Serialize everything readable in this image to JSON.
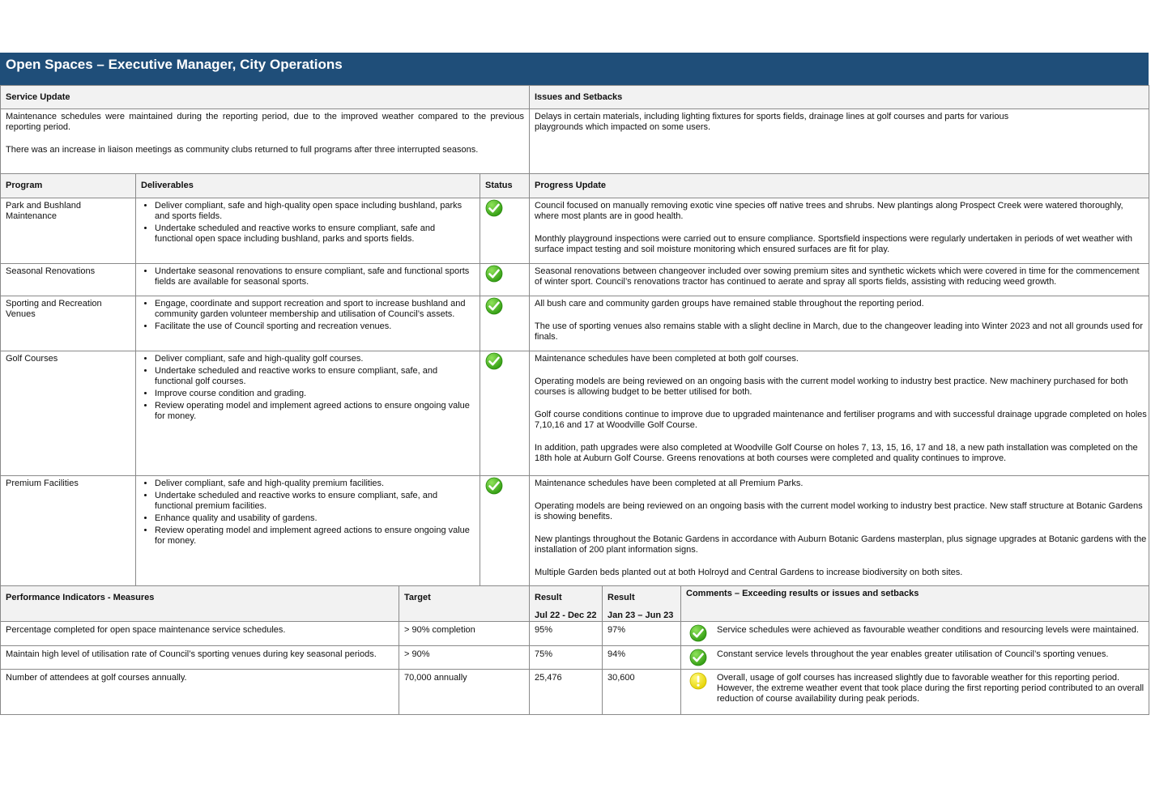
{
  "title": "Open Spaces – Executive Manager, City Operations",
  "summary": {
    "service_update_heading": "Service Update",
    "issues_heading": "Issues and Setbacks",
    "service_update_p1": "Maintenance schedules were maintained during the reporting period, due to the improved weather compared to the previous reporting period.",
    "service_update_p2": "There was an increase in liaison meetings as community clubs returned to full programs after three interrupted seasons.",
    "issues_text": "Delays in certain materials, including lighting fixtures for sports fields, drainage lines at golf courses and parts for various playgrounds which impacted on some users."
  },
  "programs": {
    "headers": {
      "program": "Program",
      "deliverables": "Deliverables",
      "status": "Status",
      "progress": "Progress Update"
    },
    "rows": [
      {
        "name": "Park and Bushland Maintenance",
        "deliverables": [
          "Deliver compliant, safe and high-quality open space including bushland, parks and sports fields.",
          "Undertake scheduled and reactive works to ensure compliant, safe and functional open space including bushland, parks and sports fields."
        ],
        "status": "on-track",
        "progress": [
          "Council focused on manually removing exotic vine species off native trees and shrubs. New plantings along Prospect Creek were watered thoroughly, where most plants are in good health.",
          "Monthly playground inspections were carried out to ensure compliance. Sportsfield inspections were regularly undertaken in periods of wet weather with surface impact testing and soil moisture monitoring which ensured surfaces are fit for play."
        ]
      },
      {
        "name": "Seasonal Renovations",
        "deliverables": [
          "Undertake seasonal renovations to ensure compliant, safe and functional sports fields are available for seasonal sports."
        ],
        "status": "on-track",
        "progress": [
          "Seasonal renovations between changeover included over sowing premium sites and synthetic wickets which were covered in time for the commencement of winter sport. Council’s renovations tractor has continued to aerate and spray all sports fields, assisting with reducing weed growth."
        ]
      },
      {
        "name": "Sporting and Recreation Venues",
        "deliverables": [
          "Engage, coordinate and support recreation and sport to increase bushland and community garden volunteer membership and utilisation of Council’s assets.",
          "Facilitate the use of Council sporting and recreation venues."
        ],
        "status": "on-track",
        "progress": [
          "All bush care and community garden groups have remained stable throughout the reporting period.",
          "The use of sporting venues also remains stable with a slight decline in March, due to the changeover leading into Winter 2023 and not all grounds used for finals."
        ]
      },
      {
        "name": "Golf Courses",
        "deliverables": [
          "Deliver compliant, safe and high-quality golf courses.",
          "Undertake scheduled and reactive works to ensure compliant, safe, and functional golf courses.",
          "Improve course condition and grading.",
          "Review operating model and implement agreed actions to ensure ongoing value for money."
        ],
        "status": "on-track",
        "progress": [
          "Maintenance schedules have been completed at both golf courses.",
          "Operating models are being reviewed on an ongoing basis with the current model working to industry best practice. New machinery purchased for both courses is allowing budget to be better utilised for both.",
          "Golf course conditions continue to improve due to upgraded maintenance and fertiliser programs and with successful drainage upgrade completed on holes 7,10,16 and 17 at Woodville Golf Course.",
          "In addition, path upgrades were also completed at Woodville Golf Course on holes 7, 13, 15, 16, 17 and 18, a new path installation was completed on the 18th hole at Auburn Golf Course. Greens renovations at both courses were completed and quality continues to improve."
        ]
      },
      {
        "name": "Premium Facilities",
        "deliverables": [
          "Deliver compliant, safe and high-quality premium facilities.",
          "Undertake scheduled and reactive works to ensure compliant, safe, and functional premium facilities.",
          "Enhance quality and usability of gardens.",
          "Review operating model and implement agreed actions to ensure ongoing value for money."
        ],
        "status": "on-track",
        "progress": [
          "Maintenance schedules have been completed at all Premium Parks.",
          "Operating models are being reviewed on an ongoing basis with the current model working to industry best practice. New staff structure at Botanic Gardens is showing benefits.",
          "New plantings throughout the Botanic Gardens in accordance with Auburn Botanic Gardens masterplan, plus signage upgrades at Botanic gardens with the installation of 200 plant information signs.",
          "Multiple Garden beds planted out at both Holroyd and Central Gardens to increase biodiversity on both sites."
        ]
      }
    ]
  },
  "kpis": {
    "headers": {
      "measure": "Performance Indicators - Measures",
      "target": "Target",
      "result1": "Result",
      "result1_period": "Jul 22 - Dec 22",
      "result2": "Result",
      "result2_period": "Jan 23 – Jun 23",
      "comments": "Comments – Exceeding results or issues and setbacks"
    },
    "rows": [
      {
        "measure": "Percentage completed for open space maintenance service schedules.",
        "target": "> 90% completion",
        "result1": "95%",
        "result2": "97%",
        "status": "on-track",
        "comment": "Service schedules were achieved as favourable weather conditions and resourcing levels were maintained."
      },
      {
        "measure": "Maintain high level of utilisation rate of Council’s sporting venues during key seasonal periods.",
        "target": "> 90%",
        "result1": "75%",
        "result2": "94%",
        "status": "on-track",
        "comment": "Constant service levels throughout the year enables greater utilisation of Council’s sporting venues."
      },
      {
        "measure": "Number of attendees at golf courses annually.",
        "target": "70,000 annually",
        "result1": "25,476",
        "result2": "30,600",
        "status": "warning",
        "comment": "Overall, usage of golf courses has increased slightly due to favorable weather for this reporting period. However, the extreme weather event that took place during the first reporting period contributed to an overall reduction of course availability during peak periods."
      }
    ]
  },
  "colors": {
    "banner": "#1f4e79",
    "header_fill": "#f2f2f2",
    "check": "#4caf1f",
    "warning": "#f2e600"
  },
  "icons": {
    "on-track": "green-check-icon",
    "warning": "yellow-exclamation-icon"
  }
}
